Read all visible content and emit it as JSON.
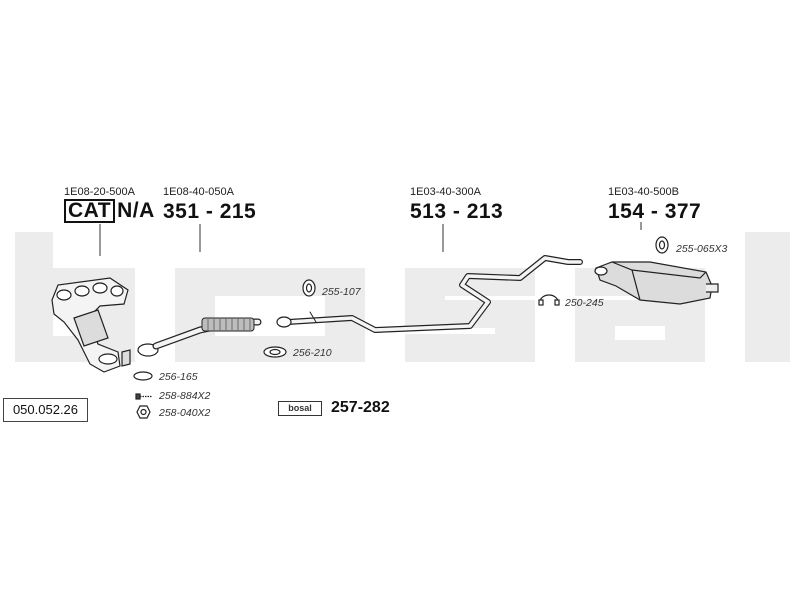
{
  "watermark": {
    "text": "bosal",
    "color": "#ececec"
  },
  "catalog_number": "050.052.26",
  "sections": [
    {
      "ref": "1E08-20-500A",
      "cat_label": "CAT",
      "part_number": "N/A"
    },
    {
      "ref": "1E08-40-050A",
      "part_number": "351 - 215"
    },
    {
      "ref": "1E03-40-300A",
      "part_number": "513 - 213"
    },
    {
      "ref": "1E03-40-500B",
      "part_number": "154 - 377"
    }
  ],
  "parts": {
    "p255_107": "255-107",
    "p256_210": "256-210",
    "p250_245": "250-245",
    "p255_065": "255-065X3",
    "p256_165": "256-165",
    "p258_884": "258-884X2",
    "p258_040": "258-040X2"
  },
  "bosal_badge": {
    "label": "bosal",
    "part_number": "257-282"
  }
}
